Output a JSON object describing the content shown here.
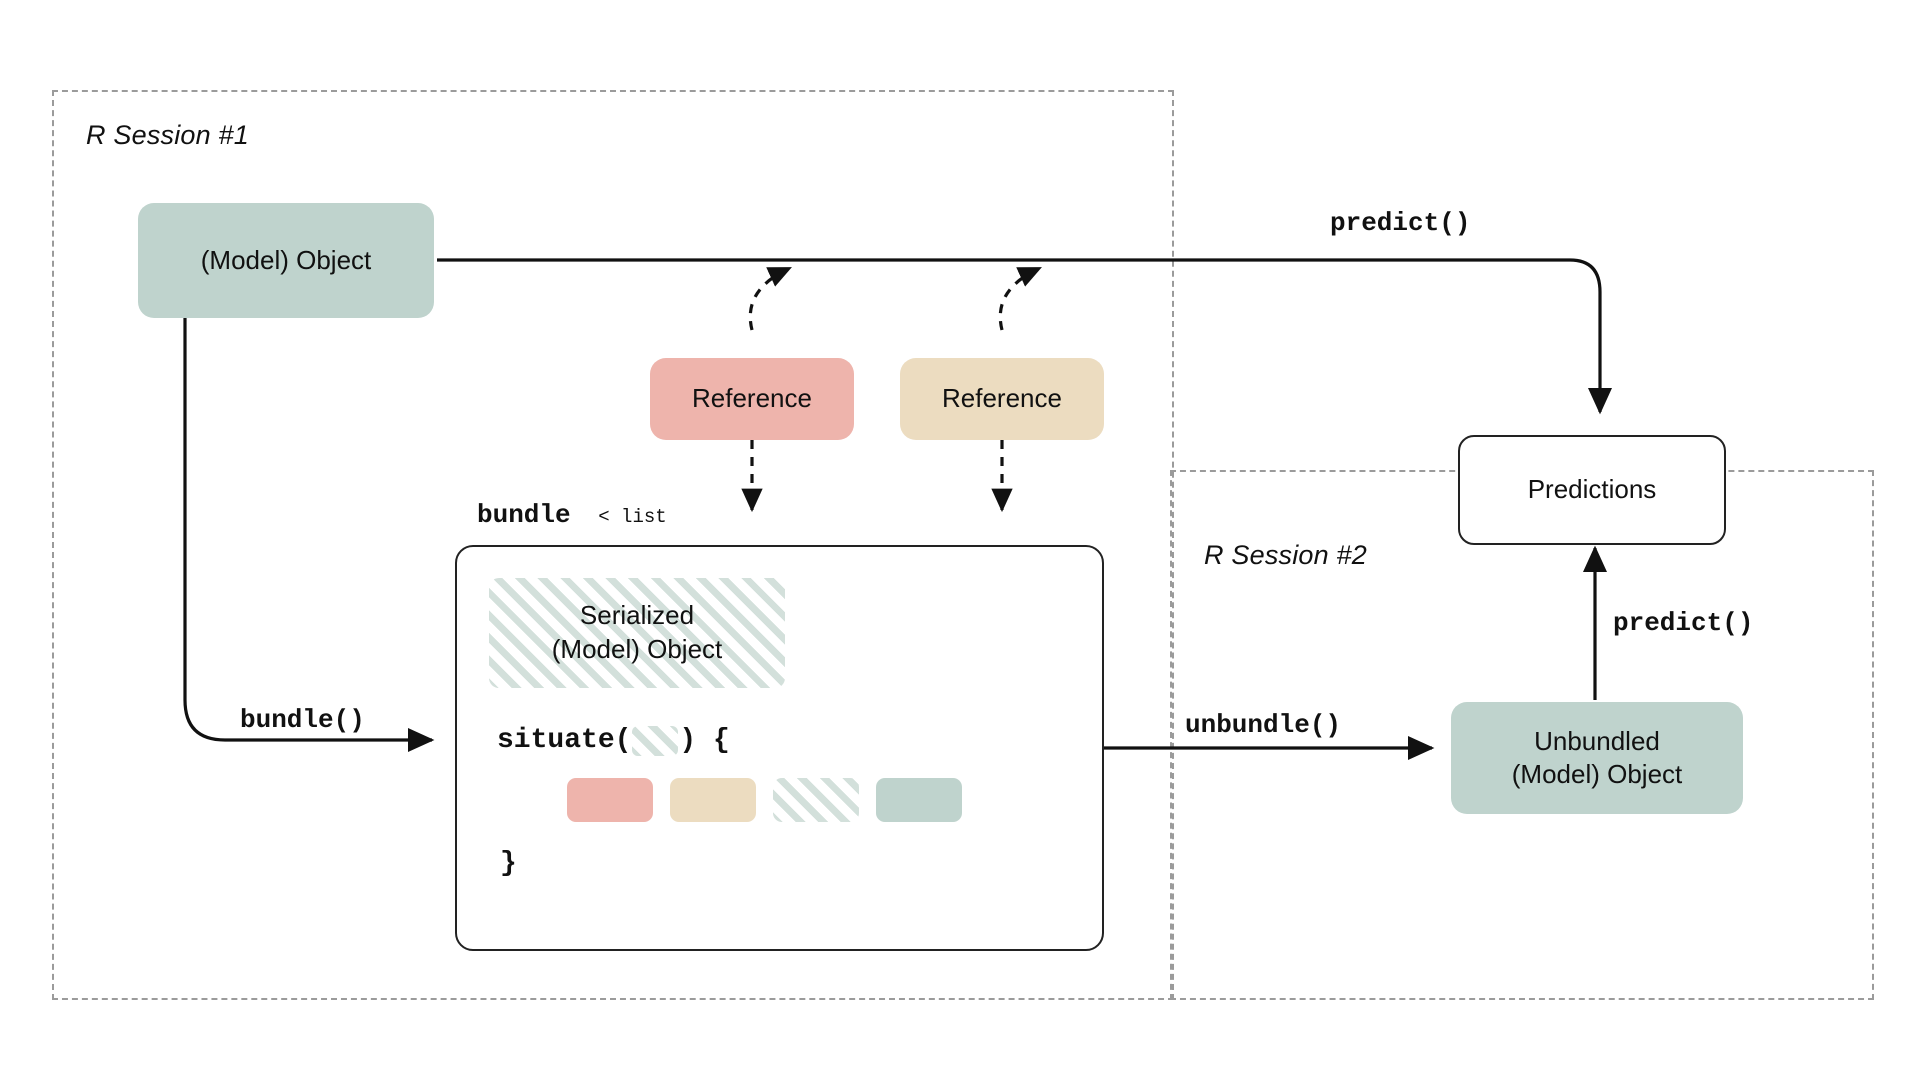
{
  "figure": {
    "title": "bundle / unbundle R model serialization diagram"
  },
  "sessions": [
    {
      "id": "session1",
      "label": "R Session #1"
    },
    {
      "id": "session2",
      "label": "R Session #2"
    }
  ],
  "nodes": {
    "model_object": {
      "label": "(Model) Object",
      "color": "#bfd3cd"
    },
    "reference_1": {
      "label": "Reference",
      "color": "#eeb4ac"
    },
    "reference_2": {
      "label": "Reference",
      "color": "#ecdcc0"
    },
    "serialized_object": {
      "line1": "Serialized",
      "line2": "(Model) Object",
      "fill": "hatched"
    },
    "predictions": {
      "label": "Predictions",
      "color": "#ffffff"
    },
    "unbundled_object": {
      "line1": "Unbundled",
      "line2": "(Model) Object",
      "color": "#bfd3cd"
    }
  },
  "bundle_container": {
    "header_main": "bundle",
    "header_suffix": "< list",
    "situate_open": "situate(",
    "situate_close": ") {",
    "close_brace": "}",
    "chips": [
      {
        "name": "chip-pink",
        "color": "#eeb4ac"
      },
      {
        "name": "chip-tan",
        "color": "#ecdcc0"
      },
      {
        "name": "chip-hatched",
        "color": "hatched"
      },
      {
        "name": "chip-sage",
        "color": "#bfd3cd"
      }
    ]
  },
  "edges": {
    "predict_top": "predict()",
    "bundle": "bundle()",
    "unbundle": "unbundle()",
    "predict_session2": "predict()"
  },
  "colors": {
    "sage": "#bfd3cd",
    "pink": "#eeb4ac",
    "tan": "#ecdcc0",
    "hatch_stripe": "#d3e0db",
    "stroke": "#222222",
    "dashed_border": "#9b9b9b",
    "background": "#ffffff"
  }
}
